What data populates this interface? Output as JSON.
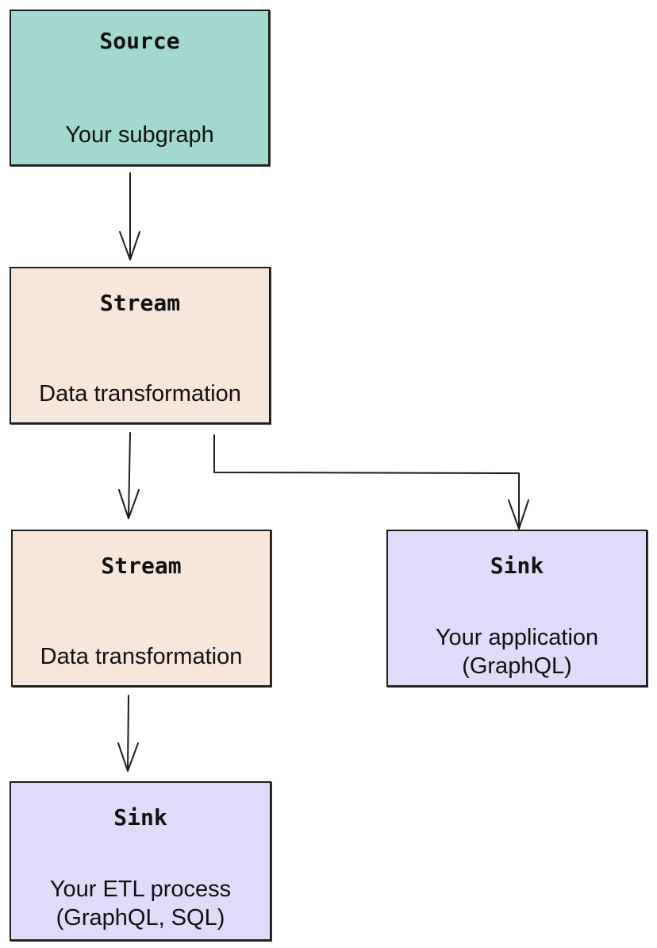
{
  "diagram": {
    "nodes": [
      {
        "id": "source",
        "kind": "source",
        "title": "Source",
        "lines": [
          "Your subgraph"
        ]
      },
      {
        "id": "stream1",
        "kind": "stream",
        "title": "Stream",
        "lines": [
          "Data transformation"
        ]
      },
      {
        "id": "stream2",
        "kind": "stream",
        "title": "Stream",
        "lines": [
          "Data transformation"
        ]
      },
      {
        "id": "sink_app",
        "kind": "sink",
        "title": "Sink",
        "lines": [
          "Your application",
          "(GraphQL)"
        ]
      },
      {
        "id": "sink_etl",
        "kind": "sink",
        "title": "Sink",
        "lines": [
          "Your ETL process",
          "(GraphQL, SQL)"
        ]
      }
    ],
    "edges": [
      {
        "from": "source",
        "to": "stream1"
      },
      {
        "from": "stream1",
        "to": "stream2"
      },
      {
        "from": "stream1",
        "to": "sink_app"
      },
      {
        "from": "stream2",
        "to": "sink_etl"
      }
    ],
    "colors": {
      "source_fill": "#a3d8cf",
      "stream_fill": "#f7e6da",
      "sink_fill": "#dedcf8",
      "stroke": "#1c1c1c"
    }
  }
}
